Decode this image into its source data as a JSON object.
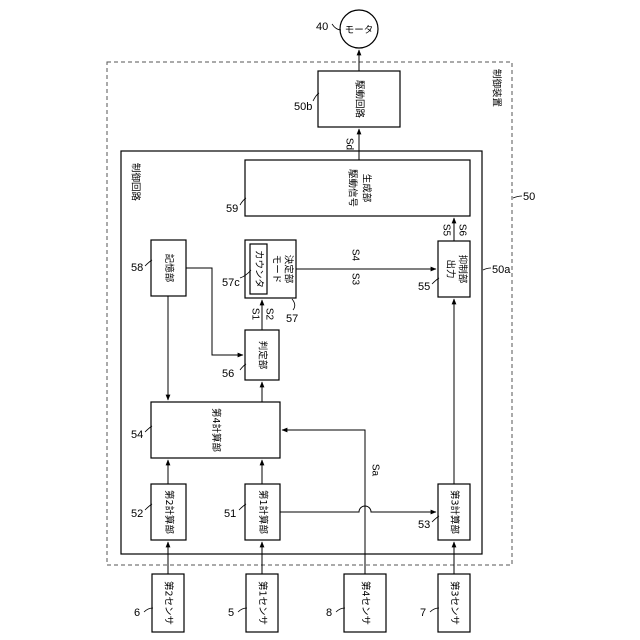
{
  "labels": {
    "motor": "モータ",
    "control_device": "制御装置",
    "control_circuit": "制御回路",
    "drive_circuit": "駆動回路",
    "drive_signal_line1": "駆動信号",
    "drive_signal_line2": "生成部",
    "output_line1": "出力",
    "output_line2": "抑制部",
    "counter": "カウンタ",
    "mode_line1": "モード",
    "mode_line2": "決定部",
    "storage": "記憶部",
    "judge": "判定部",
    "calc4": "第4計算部",
    "calc2": "第2計算部",
    "calc1": "第1計算部",
    "calc3": "第3計算部",
    "sensor2": "第2センサ",
    "sensor1": "第1センサ",
    "sensor4": "第4センサ",
    "sensor3": "第3センサ"
  },
  "refs": {
    "motor": "40",
    "drive_circuit": "50b",
    "control_device": "50",
    "control_circuit": "50a",
    "drive_signal": "59",
    "output_suppress": "55",
    "mode_decision": "57",
    "counter": "57c",
    "storage": "58",
    "judge": "56",
    "calc4": "54",
    "calc2": "52",
    "calc1": "51",
    "calc3": "53",
    "sensor2": "6",
    "sensor1": "5",
    "sensor4": "8",
    "sensor3": "7"
  },
  "signals": {
    "sd": "Sd",
    "s5": "S5",
    "s6": "S6",
    "s3": "S3",
    "s4": "S4",
    "s1": "S1",
    "s2": "S2",
    "sa": "Sa"
  }
}
